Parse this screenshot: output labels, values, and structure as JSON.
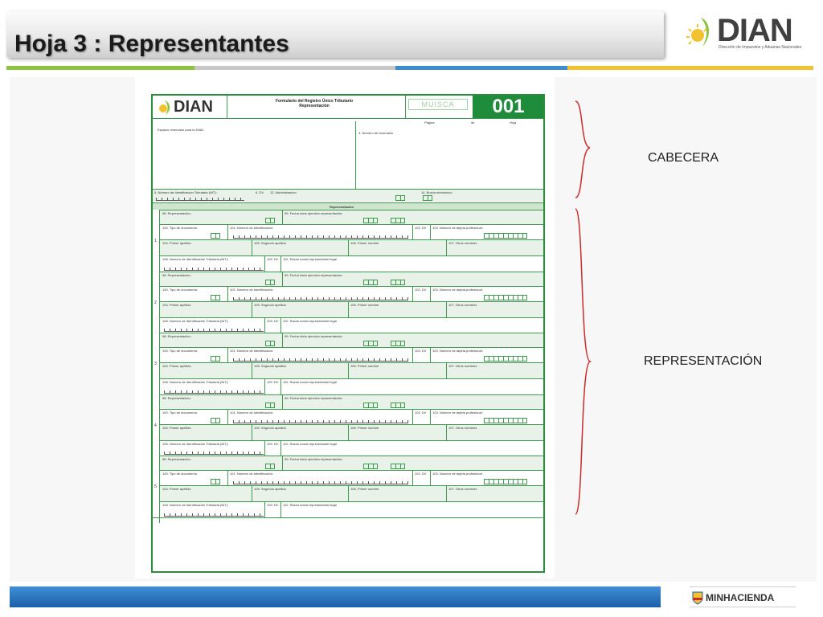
{
  "slide": {
    "title": "Hoja 3 : Representantes"
  },
  "logo": {
    "name": "DIAN",
    "subtitle": "Dirección de Impuestos y Aduanas Nacionales"
  },
  "form": {
    "dian_logo": "DIAN",
    "title_line1": "Formulario del Registro Único Tributario",
    "title_line2": "Representación",
    "system_logo": "MUISCA",
    "number": "001",
    "pagina": "Página",
    "de": "de",
    "hoja": "Hoja",
    "reserved_space": "Espacio reservado para la DIAN",
    "numero_formulario": "4. Número de formulario",
    "nit": "5. Número de Identificación Tributaria (NIT):",
    "dv": "6. DV",
    "administracion": "12. Administración",
    "buzon": "14. Buzón electrónico",
    "section_title": "Representación",
    "groups": [
      {
        "num": "1"
      },
      {
        "num": "2"
      },
      {
        "num": "3"
      },
      {
        "num": "4"
      },
      {
        "num": "5"
      }
    ],
    "fields": {
      "representacion": "98. Representación:",
      "fecha_inicio": "99. Fecha inicio ejercicio representación:",
      "tipo_documento": "100. Tipo de documento:",
      "numero_identificacion": "101. Número de identificación:",
      "dv": "102. DV",
      "tarjeta_profesional": "103. Número de tarjeta profesional:",
      "primer_apellido": "104. Primer apellido",
      "segundo_apellido": "105. Segundo apellido",
      "primer_nombre": "106. Primer nombre",
      "otros_nombres": "107. Otros nombres",
      "nit_rep": "108. Número de Identificación Tributaria (NIT):",
      "dv_rep": "109. DV",
      "razon_social": "110. Razón social representante legal"
    }
  },
  "annotations": {
    "cabecera": "CABECERA",
    "representacion": "REPRESENTACIÓN"
  },
  "footer": {
    "ministry": "MINHACIENDA"
  },
  "colors": {
    "form_green": "#1f8c3c",
    "brace_red": "#cc2b2b",
    "footer_blue": "#2b73c0"
  }
}
